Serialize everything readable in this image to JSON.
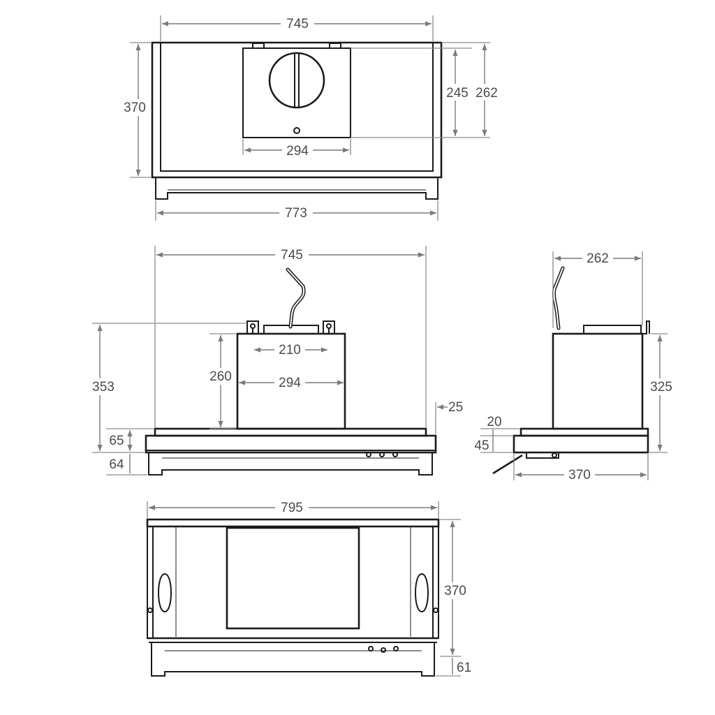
{
  "diagram": {
    "top_view": {
      "width_top": "745",
      "height_left": "370",
      "height_inner": "245",
      "height_outer": "262",
      "motor_width": "294",
      "width_bottom": "773"
    },
    "front_view": {
      "width_top": "745",
      "height_total": "353",
      "motor_height": "260",
      "bracket_spacing": "210",
      "motor_width": "294",
      "side_offset": "25",
      "panel_height": "65",
      "lower_height": "64"
    },
    "side_view": {
      "depth_top": "262",
      "height": "325",
      "lip": "20",
      "panel_height": "45",
      "depth_bottom": "370"
    },
    "bottom_view": {
      "width": "795",
      "depth": "370",
      "lower_height": "61"
    }
  }
}
